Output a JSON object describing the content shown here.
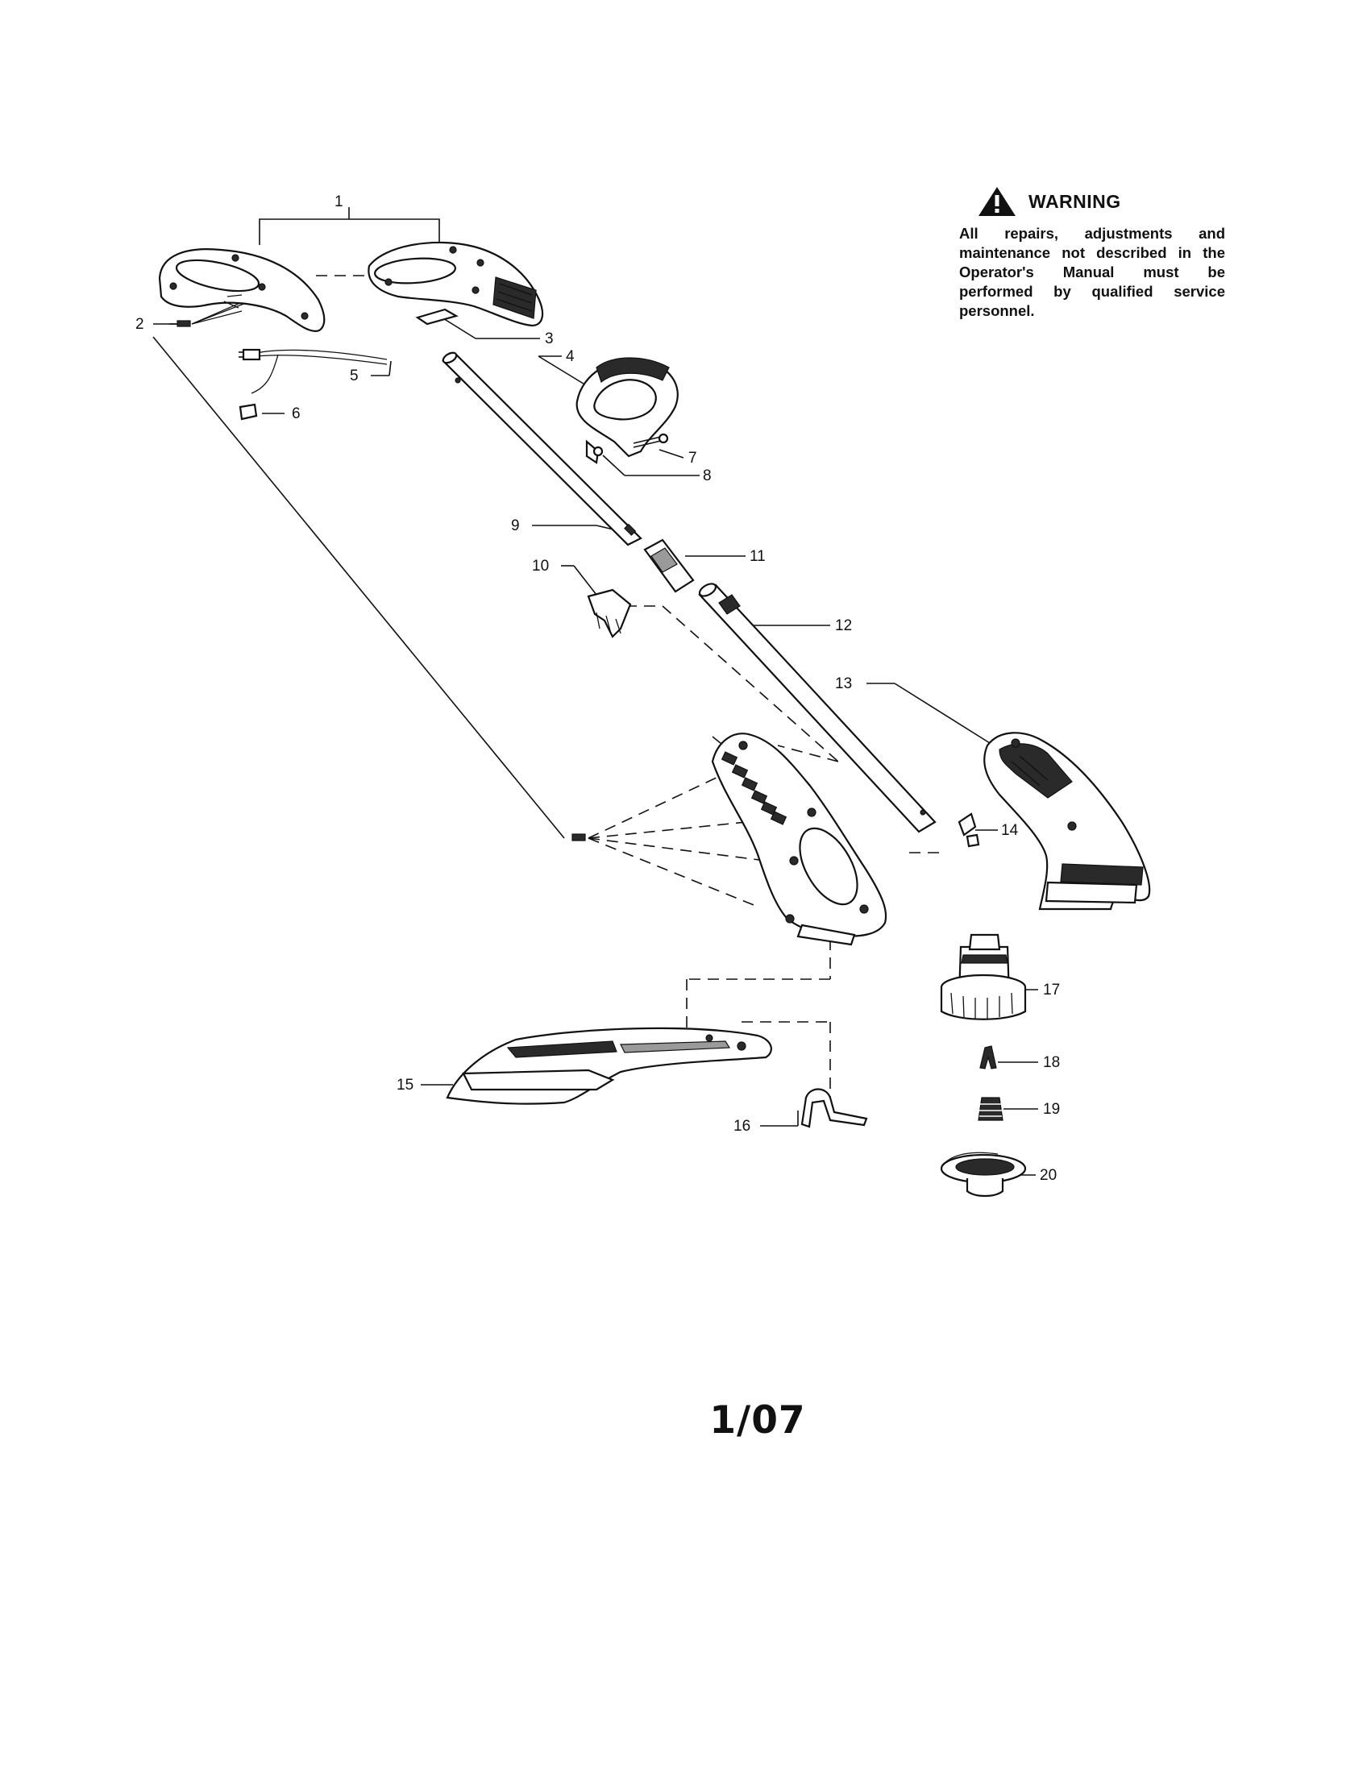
{
  "warning": {
    "title": "WARNING",
    "text": "All repairs, adjustments and maintenance not described in the Operator's Manual must be performed by qualified service personnel."
  },
  "page_number": "1/07",
  "callouts": [
    "1",
    "2",
    "3",
    "4",
    "5",
    "6",
    "7",
    "8",
    "9",
    "10",
    "11",
    "12",
    "13",
    "14",
    "15",
    "16",
    "17",
    "18",
    "19",
    "20"
  ]
}
